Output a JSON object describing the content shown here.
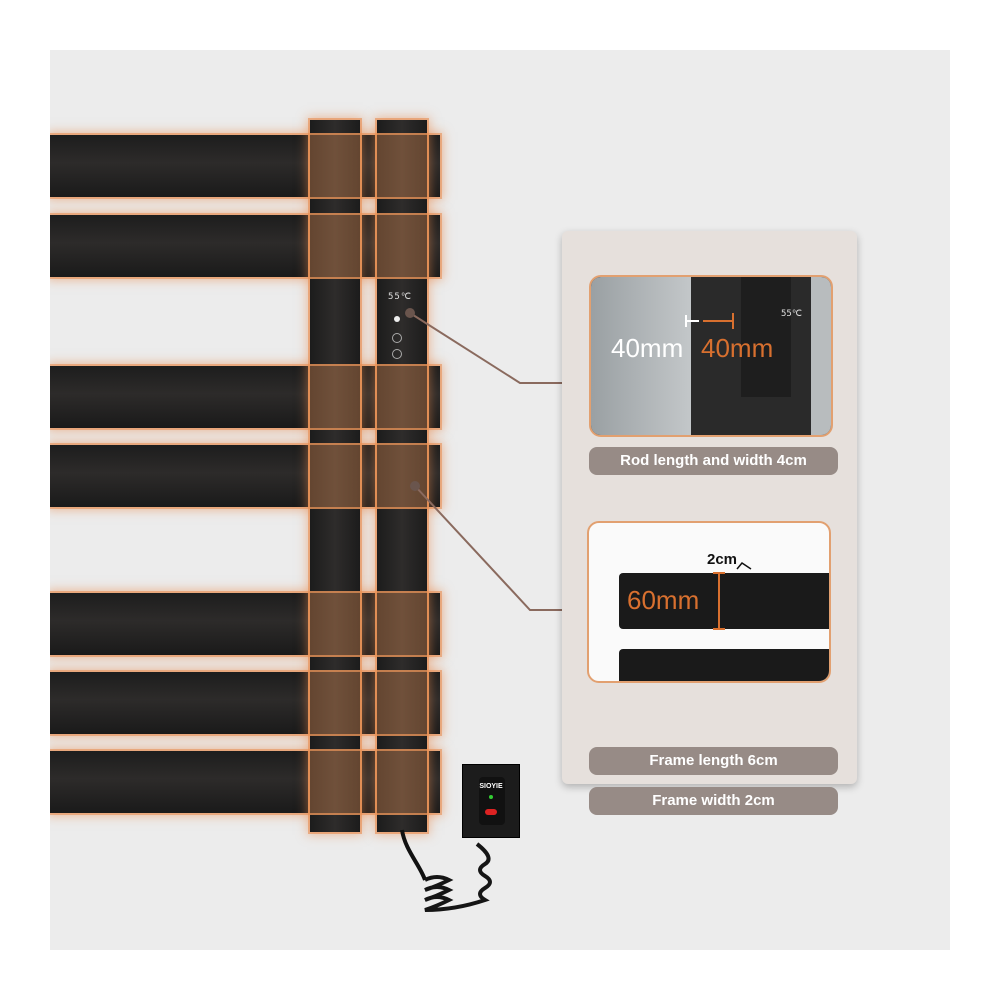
{
  "controller": {
    "display": "55℃"
  },
  "callout_1": {
    "dim_left": "40mm",
    "dim_right": "40mm",
    "inset_display": "55℃",
    "caption": "Rod length and width 4cm"
  },
  "callout_2": {
    "top_label": "2cm",
    "side_label": "60mm",
    "caption_1": "Frame length 6cm",
    "caption_2": "Frame width 2cm"
  },
  "plug": {
    "brand": "SIOYIE"
  },
  "colors": {
    "accent": "#d8702f",
    "card": "#e6e0dc",
    "pill": "#978b86"
  }
}
